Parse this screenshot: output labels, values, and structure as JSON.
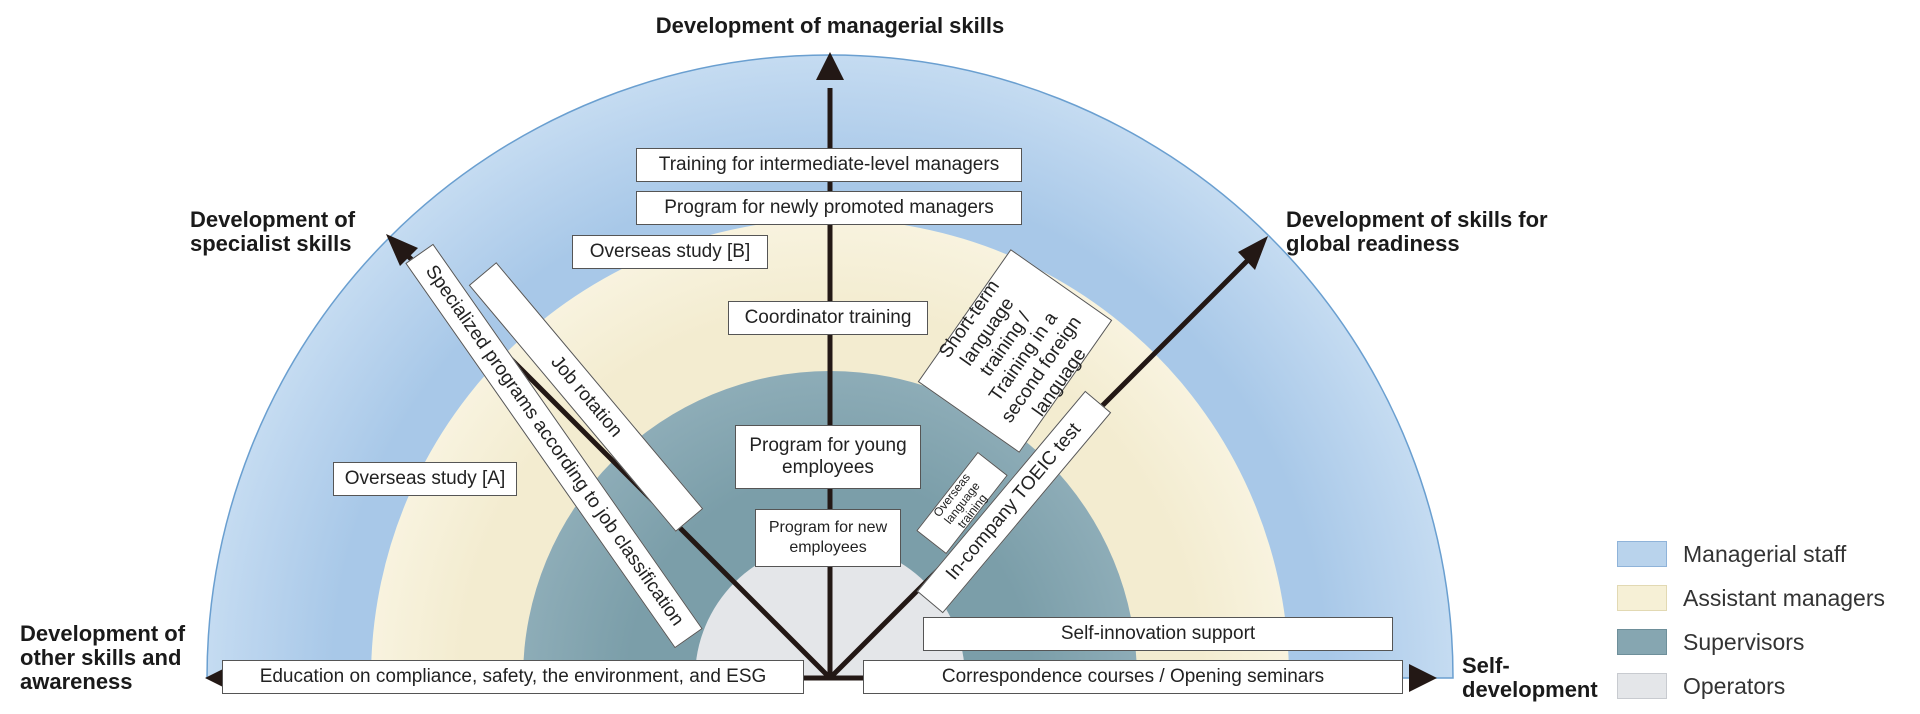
{
  "axes": {
    "top": "Development of managerial skills",
    "upper_left": "Development of specialist skills",
    "upper_right": "Development of skills for global readiness",
    "left": "Development of other skills and awareness",
    "right": "Self-development"
  },
  "programs": {
    "intermediate_managers": "Training for intermediate-level managers",
    "newly_promoted_managers": "Program for newly promoted managers",
    "overseas_study_b": "Overseas study [B]",
    "coordinator_training": "Coordinator training",
    "overseas_study_a": "Overseas study [A]",
    "young_employees": "Program for young employees",
    "new_employees": "Program for new employees",
    "job_rotation": "Job rotation",
    "specialized_programs": "Specialized programs according to job classification",
    "short_term_language": "Short-term language training / Training in a second foreign language",
    "overseas_language": "Overseas language training",
    "toeic": "In-company TOEIC test",
    "self_innovation": "Self-innovation support",
    "correspondence": "Correspondence courses / Opening seminars",
    "compliance": "Education on compliance, safety, the environment, and ESG"
  },
  "legend": [
    {
      "label": "Managerial staff",
      "color": "#b9d3ec"
    },
    {
      "label": "Assistant managers",
      "color": "#f6f0d6"
    },
    {
      "label": "Supervisors",
      "color": "#86a6b1"
    },
    {
      "label": "Operators",
      "color": "#e4e6e9"
    }
  ]
}
